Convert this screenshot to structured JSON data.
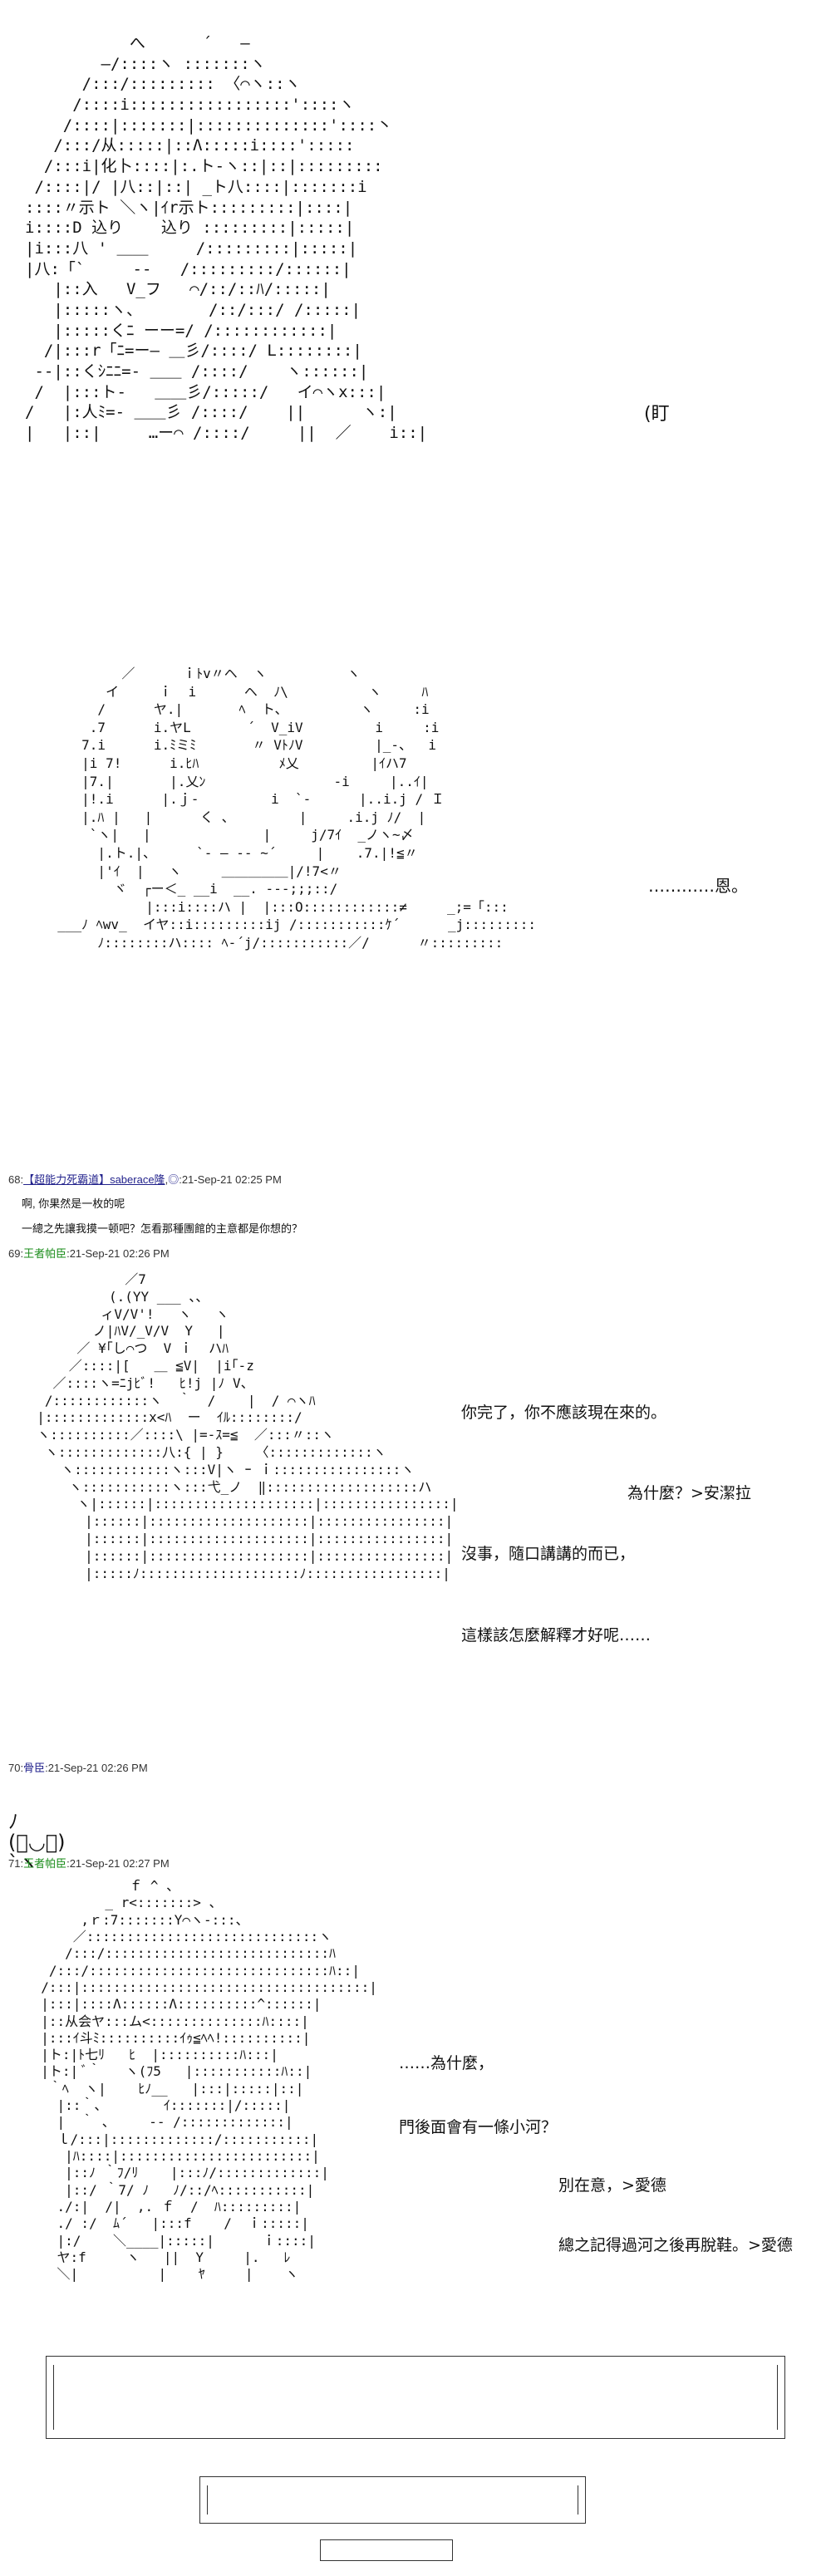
{
  "scene1": {
    "aa": "           へ      ´   ―\n        ―/::::ヽ :::::::ヽ\n      /:::/::::::::: 〈⌒ヽ::ヽ\n     /::::i:::::::::::::::::'::::ヽ\n    /::::|:::::::|::::::::::::::'::::丶\n   /:::/从:::::|::Λ:::::i::::':::::\n  /:::i|化卜::::|:.ト-ヽ::|::|:::::::::\n /::::|/ |八::|::| _ト八::::|:::::::i\n::::〃示ト ＼ヽ|ｲr示ト:::::::::|::::|\ni::::D 込り    込り :::::::::|:::::|\n|i:::八 ' ＿＿     /:::::::::|:::::|\n|八:「`     ‐‐   /:::::::::/::::::|\n   |::入   V_フ   ⌒/::/::ﾊ/:::::|\n   |:::::ヽ、       /::/:::/ /:::::|\n   |:::::くﾆ ーー=/ /::::::::::::|\n  /|:::r「ﾆ=ー― ＿彡/::::/ L::::::::|\n --|::くｼﾆﾆ=- ＿＿ /::::/    ヽ::::::|\n /  |:::ト-   ＿＿彡/:::::/   イ⌒ヽx:::|\n/   |:人ﾐ=- ＿＿彡 /::::/    ||      ヽ:|\n|   |::|     …ー⌒ /::::/     ||  ／    i::|",
    "text": "(盯"
  },
  "scene2": {
    "aa": "          ／      ｉﾄv〃ヘ  ヽ          ヽ\n        イ     ｉ  i      ヘ  ﾉ\\          ヽ     ﾊ\n       /      ヤ.|       ﾍ  ト、         ヽ     :i\n      .7      i.ヤL       ´  V_iV         i     :i\n     7.i      i.ﾐミﾐ       〃 VﾄﾉV         |_-、  i\n     |i 7!      i.ﾋﾊ          ﾒ乂         |ｲハ7\n     |7.|       |.乂ﾝ                -i     |..ｲ|\n     |!.i      |.ｊ‐         i  `-      |..i.j / Ｉ\n     |.ﾊ |   |      く 、        |     .i.j ﾉ/  |\n      `ヽ|   |              |     j/7ｲ  _ノヽ~〆\n       |.ト.|、     `- ― -- ~´     |    .7.|!≦〃\n       |'ｲ  |   ヽ     ＿＿＿＿＿|/!7<〃\n         ヾ  ┌ー＜_ __i  __. ---;;;::/\n             |:::i::::ハ |  |:::O::::::::::::≠     _;=「:::\n  ___ﾉ ﾍwv_  イヤ::i:::::::::ij /:::::::::::ｹ´      _j:::::::::\n       ﾉ::::::::ハ:::: ﾍ-´j/:::::::::::／/      〃:::::::::",
    "text": "…………恩。"
  },
  "post68": {
    "number": "68:",
    "name": "【超能力死霸道】saberace隆",
    "mail": "◎",
    "time": ":21-Sep-21 02:25 PM",
    "line1": "啊, 你果然是一枚的呢",
    "line2": "一總之先讓我摸一顿吧？怎看那種團館的主意都是你想的？"
  },
  "post69": {
    "number": "69:",
    "name": "王者帕臣",
    "time": ":21-Sep-21 02:26 PM",
    "aa": "             ／7\n           (.(YY ___ 、、\n          ィV/V'!   ヽ   ヽ\n         ノ|ﾊV/_V/V  Y   |\n       ／ ¥｢し⌒つ  V ｉ  ハﾊ\n      ／::::|[   ＿ ≦V|  |i｢-z\n    ／::::ヽ=ﾆjﾋﾞ!   ﾋ!j |ﾉ V、\n   /::::::::::::ヽ  ｀  /    |  / ⌒ヽﾊ\n  |:::::::::::::x<ﾊ  ー  ｲﾙ::::::::/\n  ヽ::::::::::／::::\\ |=‐ｽ=≦  ／:::〃::ヽ\n   ヽ:::::::::::::八:{ | }    〈:::::::::::::ヽ\n     ヽ::::::::::::ヽ:::V|ヽ ｰ ｉ::::::::::::::::ヽ\n      ヽ:::::::::::ヽ:::弋_ノ  ‖:::::::::::::::::::ハ\n       ヽ|::::::|::::::::::::::::::::|::::::::::::::::|\n        |::::::|::::::::::::::::::::|::::::::::::::::|\n        |::::::|::::::::::::::::::::|::::::::::::::::|\n        |::::::|::::::::::::::::::::|::::::::::::::::|\n        |:::::ﾉ::::::::::::::::::::ﾉ:::::::::::::::::|",
    "text1": "你完了，你不應該現在來的。",
    "text2": "為什麼？>安潔拉",
    "text3": "沒事，隨口講講的而已，",
    "text4": "這樣該怎麼解釋才好呢……"
  },
  "post70": {
    "number": "70:",
    "name": "骨臣",
    "time": ":21-Sep-21 02:26 PM",
    "emote": "ﾉ\n(ﾟ◡ﾟ)\n`ヽ"
  },
  "post71": {
    "number": "71:",
    "name": "王者帕臣",
    "time": ":21-Sep-21 02:27 PM",
    "aa": "             ｆ ^ 、\n          _ r<:::::::> 、\n       ,ｒ:7:::::::Y⌒ヽ‐:::、\n      ／:::::::::::::::::::::::::::::ヽ\n     /:::/::::::::::::::::::::::::::::ﾊ\n   /:::/::::::::::::::::::::::::::::::ﾊ::|\n  /:::|::::::::::::::::::::::::::::::::::::|\n  |:::|::::Λ::::::Λ::::::::::^::::::|\n  |::从会ヤ:::ム<::::::::::::::ﾊ::::|\n  |:::ｲ斗ﾐ::::::::::ｲｩ≦ﾍﾍ!::::::::::|\n  |ト:|ﾄ七ﾘ   ﾋ  |::::::::::ﾊ:::|\n  |ト:| ﾞ｀   ヽ(ﾌ5   |:::::::::::ﾊ::|\n   ｀ﾍ  ヽ|    ﾋﾉ__   |:::|:::::|::|\n    |::｀、       ｲ:::::::|/:::::|\n    |  ｀ ､     -- /:::::::::::::|\n    ｌ/:::|:::::::::::::/:::::::::::|\n     |ﾊ::::|::::::::::::::::::::::::|\n     |::ﾉ ｀ﾌ/ﾘ    |:::ﾉ/:::::::::::::|\n     |::/ ｀7/ ﾉ   ﾉ/::/ﾍ:::::::::::|\n    ./:|  /|  ,. ｆ  /  ﾊ:::::::::|\n    ./ :/  ﾑ´   |:::f    /  ｉ:::::|\n    |:/    ＼____|:::::|      ｉ::::|\n    ヤ:f     ヽ   ||  Y     |.   ﾚ\n    ＼|          |    ﾔ     |    ヽ",
    "text1": "……為什麼，",
    "text2": "門後面會有一條小河？",
    "text3": "別在意，>愛德",
    "text4": "總之記得過河之後再脫鞋。>愛德"
  }
}
